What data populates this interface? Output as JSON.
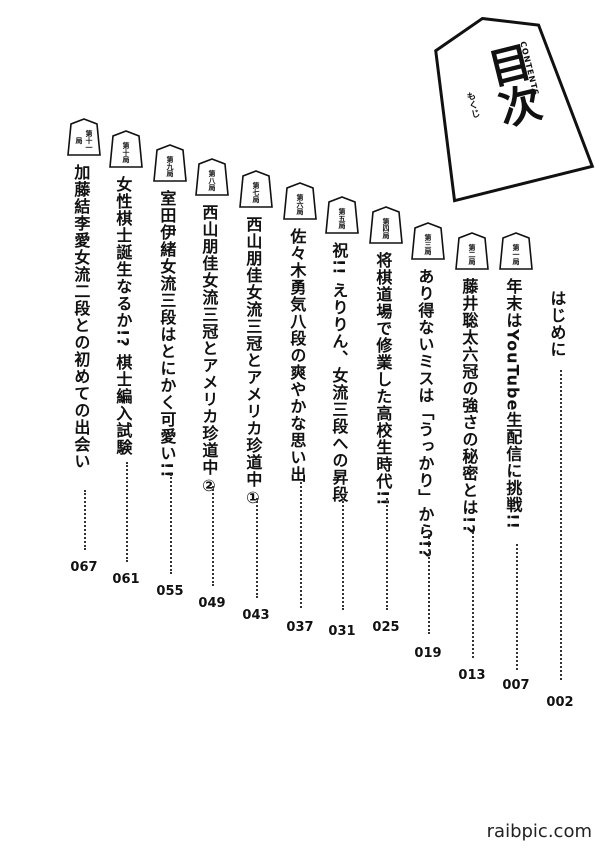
{
  "title": {
    "main": "目次",
    "reading": "もくじ",
    "english": "CONTENTS"
  },
  "toc": [
    {
      "badge": "",
      "title": "はじめに",
      "page": "002"
    },
    {
      "badge": "第一局",
      "title": "年末はYouTube生配信に挑戦!!",
      "page": "007"
    },
    {
      "badge": "第二局",
      "title": "藤井聡太六冠の強さの秘密とは!?",
      "page": "013"
    },
    {
      "badge": "第三局",
      "title": "あり得ないミスは「うっかり」から!?",
      "page": "019"
    },
    {
      "badge": "第四局",
      "title": "将棋道場で修業した高校生時代!!",
      "page": "025"
    },
    {
      "badge": "第五局",
      "title": "祝!! えりりん、女流三段への昇段",
      "page": "031"
    },
    {
      "badge": "第六局",
      "title": "佐々木勇気八段の爽やかな思い出",
      "page": "037"
    },
    {
      "badge": "第七局",
      "title": "西山朋佳女流三冠とアメリカ珍道中①",
      "page": "043"
    },
    {
      "badge": "第八局",
      "title": "西山朋佳女流三冠とアメリカ珍道中②",
      "page": "049"
    },
    {
      "badge": "第九局",
      "title": "室田伊緒女流三段はとにかく可愛い!!",
      "page": "055"
    },
    {
      "badge": "第十局",
      "title": "女性棋士誕生なるか!? 棋士編入試験",
      "page": "061"
    },
    {
      "badge": "第十一局",
      "title": "加藤結李愛女流二段との初めての出会い",
      "page": "067"
    }
  ],
  "watermark": "raibpic.com"
}
